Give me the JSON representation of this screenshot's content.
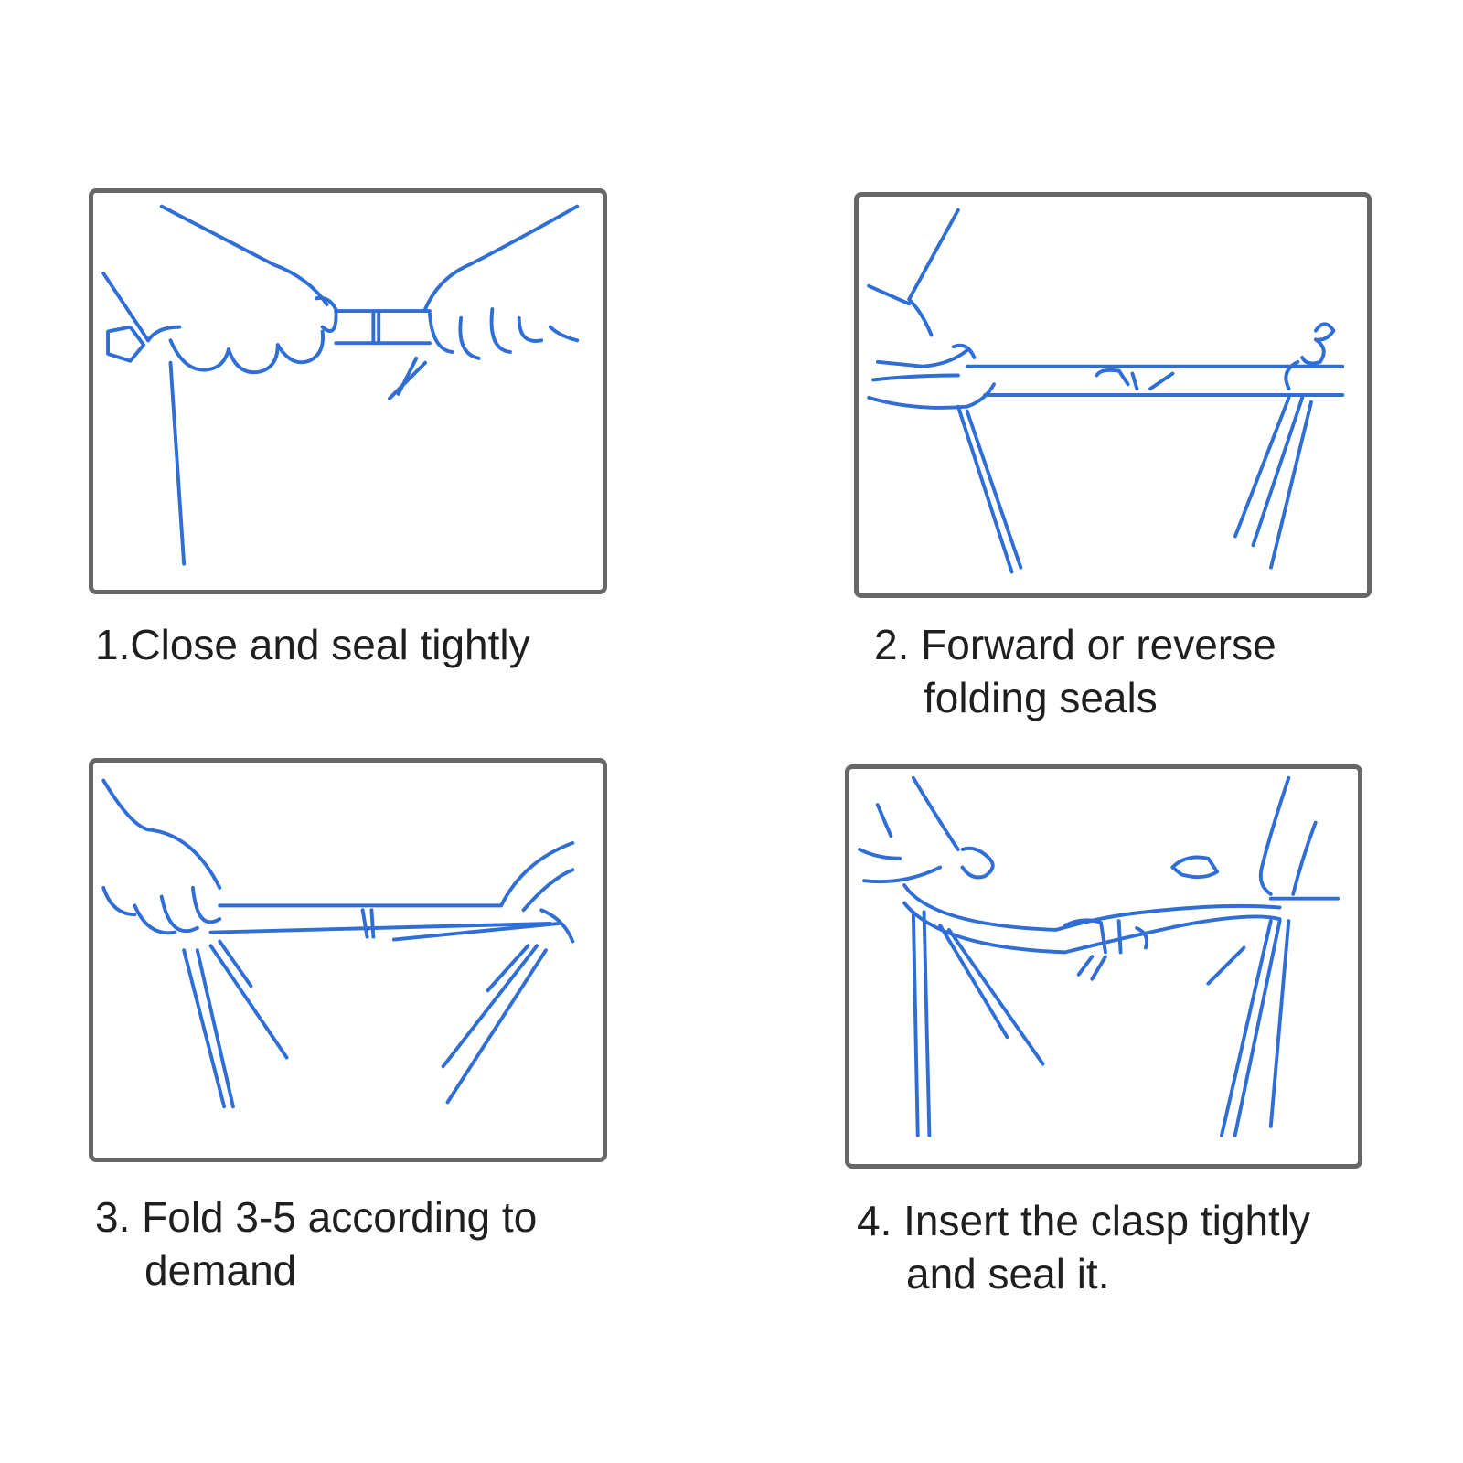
{
  "steps": [
    {
      "number": "1.",
      "text": "Close and seal tightly",
      "text2": ""
    },
    {
      "number": "2.",
      "text": "Forward or reverse",
      "text2": "folding seals"
    },
    {
      "number": "3.",
      "text": "Fold 3-5 according to",
      "text2": "demand"
    },
    {
      "number": "4.",
      "text": "Insert the clasp tightly",
      "text2": "and seal it."
    }
  ],
  "colors": {
    "line_art": "#2f6ed6",
    "frame": "#676767",
    "text": "#1f1f1f"
  }
}
